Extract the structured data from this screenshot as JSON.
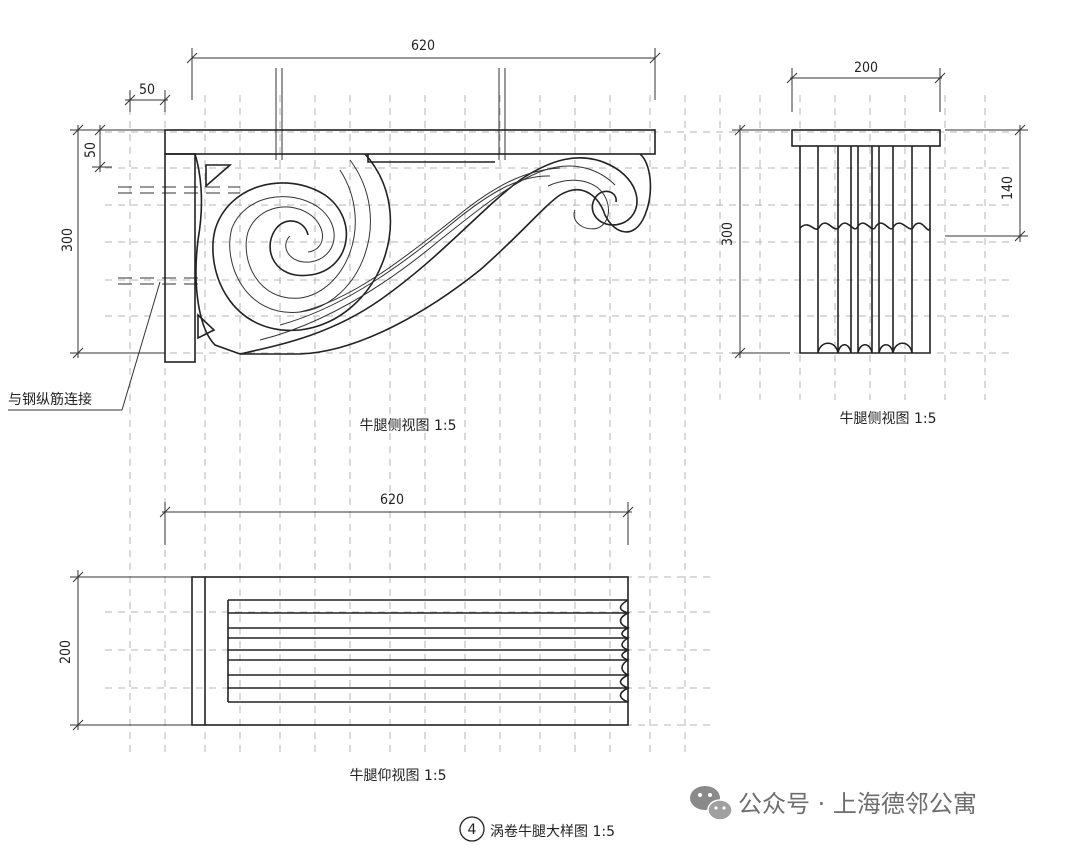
{
  "side_view": {
    "dim_total_width": "620",
    "dim_offset": "50",
    "dim_top_thickness": "50",
    "dim_height": "300",
    "rebar_note": "与钢纵筋连接",
    "caption": "牛腿侧视图 1:5"
  },
  "end_view": {
    "dim_width": "200",
    "dim_height": "300",
    "dim_partial_height": "140",
    "caption": "牛腿侧视图 1:5"
  },
  "bottom_view": {
    "dim_length": "620",
    "dim_width": "200",
    "caption": "牛腿仰视图 1:5"
  },
  "title": {
    "number": "4",
    "text": "涡卷牛腿大样图 1:5"
  },
  "watermark": {
    "icon": "wechat-icon",
    "text": "公众号 · 上海德邻公寓"
  }
}
